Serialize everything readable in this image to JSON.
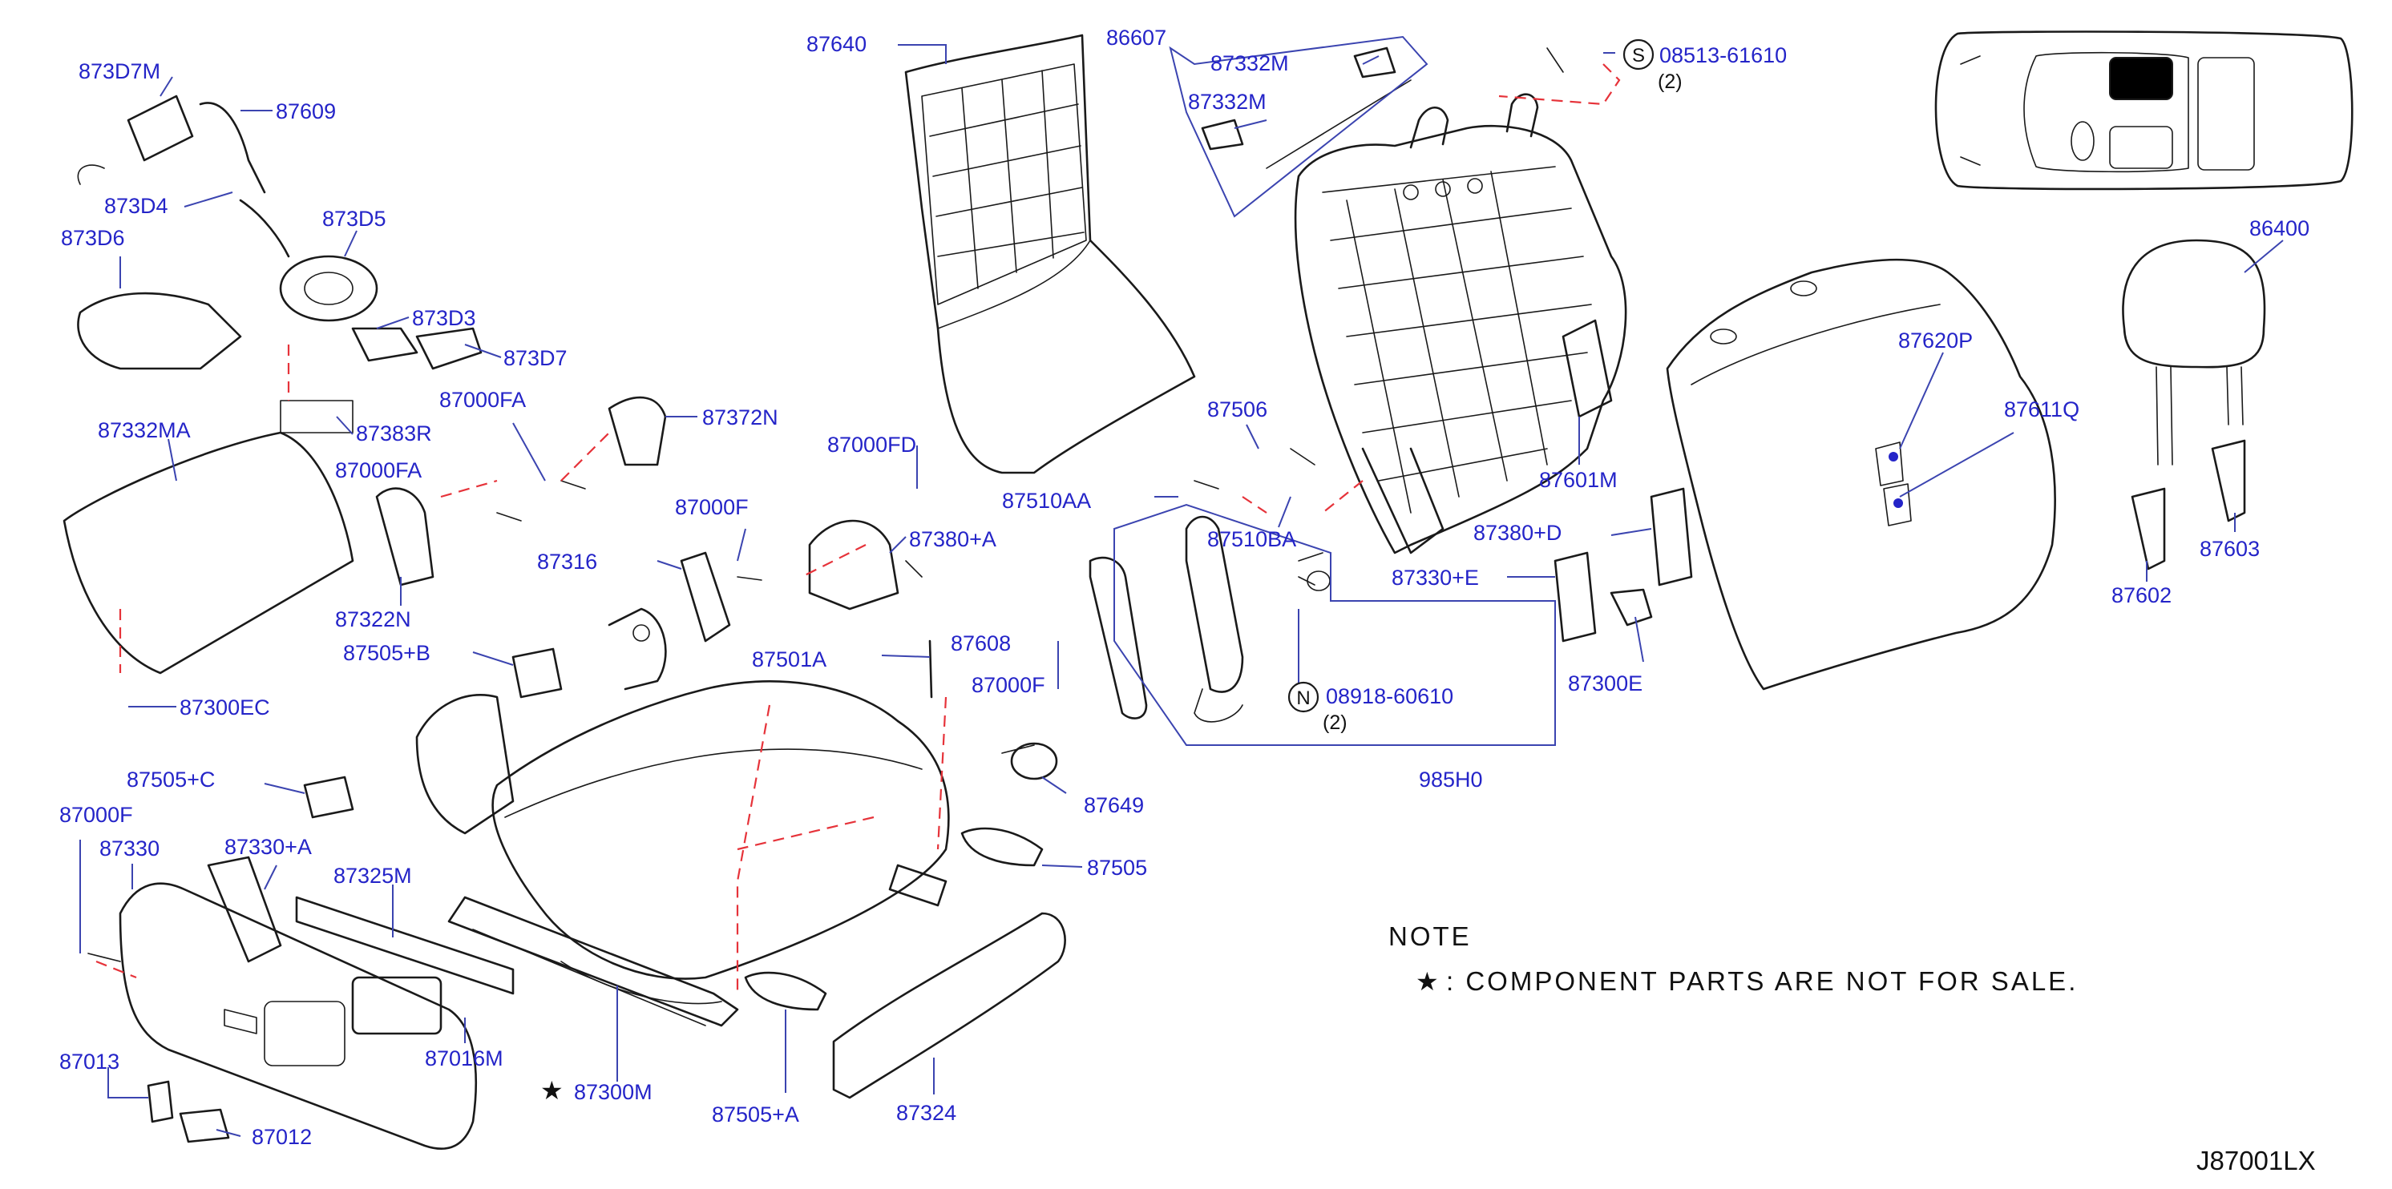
{
  "labels": {
    "l873D7M": "873D7M",
    "l87609": "87609",
    "l873D4": "873D4",
    "l873D5": "873D5",
    "l873D6": "873D6",
    "l873D3": "873D3",
    "l873D7": "873D7",
    "l87332MA": "87332MA",
    "l87383R": "87383R",
    "l87000FA_1": "87000FA",
    "l87000FA_2": "87000FA",
    "l87372N": "87372N",
    "l87322N": "87322N",
    "l87300EC": "87300EC",
    "l87000FD": "87000FD",
    "l87000F_1": "87000F",
    "l87316": "87316",
    "l87380A": "87380+A",
    "l87505B": "87505+B",
    "l87501A": "87501A",
    "l87608": "87608",
    "l87000F_2": "87000F",
    "l87640": "87640",
    "l87510AA": "87510AA",
    "l87506": "87506",
    "l87510BA": "87510BA",
    "l86607": "86607",
    "l87332M_1": "87332M",
    "l87332M_2": "87332M",
    "l08513": "08513-61610",
    "q08513": "(2)",
    "l87601M": "87601M",
    "l87380D": "87380+D",
    "l87330E": "87330+E",
    "l87300E": "87300E",
    "l08918": "08918-60610",
    "q08918": "(2)",
    "l985H0": "985H0",
    "l87649": "87649",
    "l87505": "87505",
    "l87505C": "87505+C",
    "l87000F_3": "87000F",
    "l87330": "87330",
    "l87330A": "87330+A",
    "l87325M": "87325M",
    "l87016M": "87016M",
    "l87300M": "87300M",
    "l87013": "87013",
    "l87012": "87012",
    "l87505A": "87505+A",
    "l87324": "87324",
    "l86400": "86400",
    "l87620P": "87620P",
    "l87611Q": "87611Q",
    "l87602": "87602",
    "l87603": "87603"
  },
  "circled": {
    "s": "S",
    "n": "N"
  },
  "note": {
    "title": "NOTE",
    "star": "★",
    "text": ":  COMPONENT  PARTS  ARE  NOT  FOR  SALE."
  },
  "star_mark": "★",
  "diagram_code": "J87001LX"
}
